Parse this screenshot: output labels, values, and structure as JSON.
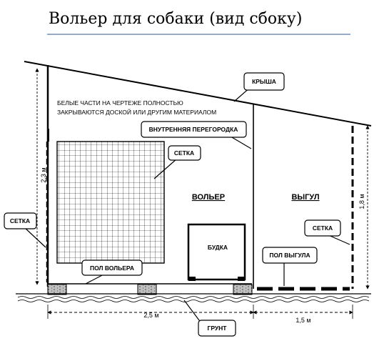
{
  "title": "Вольер для собаки  (вид сбоку)",
  "note": {
    "line1": "БЕЛЫЕ ЧАСТИ НА ЧЕРТЕЖЕ ПОЛНОСТЬЮ",
    "line2": "ЗАКРЫВАЮТСЯ ДОСКОЙ ИЛИ ДРУГИМ МАТЕРИАЛОМ"
  },
  "labels": {
    "roof": "КРЫША",
    "partition": "ВНУТРЕННЯЯ ПЕРЕГОРОДКА",
    "mesh_inner": "СЕТКА",
    "mesh_left": "СЕТКА",
    "mesh_right": "СЕТКА",
    "enclosure": "ВОЛЬЕР",
    "run": "ВЫГУЛ",
    "kennel": "БУДКА",
    "enclosure_floor": "ПОЛ ВОЛЬЕРА",
    "run_floor": "ПОЛ ВЫГУЛА",
    "ground": "ГРУНТ"
  },
  "dimensions": {
    "left_height": "2,3 м",
    "right_height": "1,8 м",
    "enclosure_length": "2,5 м",
    "run_length": "1,5 м"
  }
}
